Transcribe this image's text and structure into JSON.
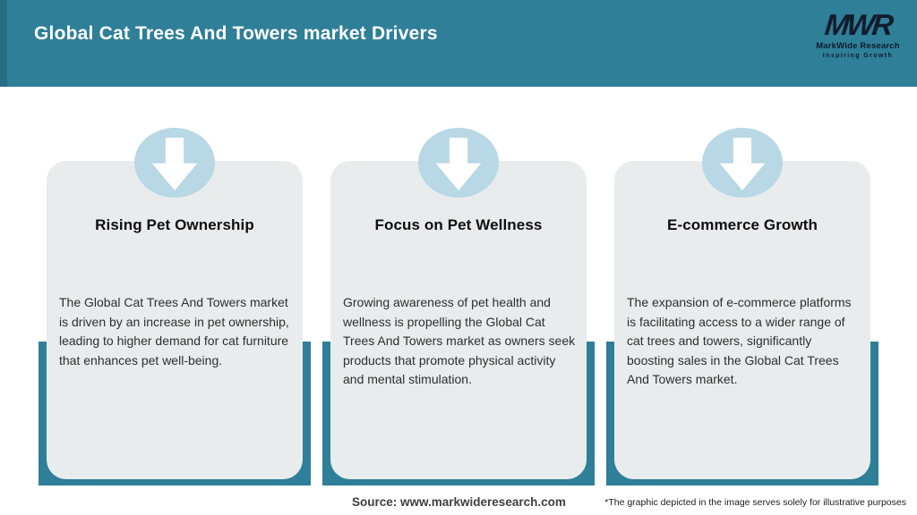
{
  "header": {
    "title": "Global Cat Trees And Towers market Drivers",
    "logo": {
      "monogram": "MWR",
      "name": "MarkWide Research",
      "tagline": "Inspiring Growth"
    }
  },
  "cards": [
    {
      "icon": "down-arrow-icon",
      "title": "Rising Pet Ownership",
      "body": "The Global Cat Trees And Towers market is driven by an increase in pet ownership, leading to higher demand for cat furniture that enhances pet well-being."
    },
    {
      "icon": "down-arrow-icon",
      "title": "Focus on Pet Wellness",
      "body": "Growing awareness of pet health and wellness is propelling the Global Cat Trees And Towers market as owners seek products that promote physical activity and mental stimulation."
    },
    {
      "icon": "down-arrow-icon",
      "title": "E-commerce Growth",
      "body": "The expansion of e-commerce platforms is facilitating access to a wider range of cat trees and towers, significantly boosting sales in the Global Cat Trees And Towers market."
    }
  ],
  "footer": {
    "source": "Source: www.markwideresearch.com",
    "disclaimer": "*The graphic depicted in the image serves solely for illustrative purposes"
  },
  "colors": {
    "teal": "#2F7F98",
    "circle_blue": "#B7D8E4",
    "card_gray": "#E9ECED",
    "logo_dark": "#101C2C",
    "title_white": "#ffffff"
  }
}
